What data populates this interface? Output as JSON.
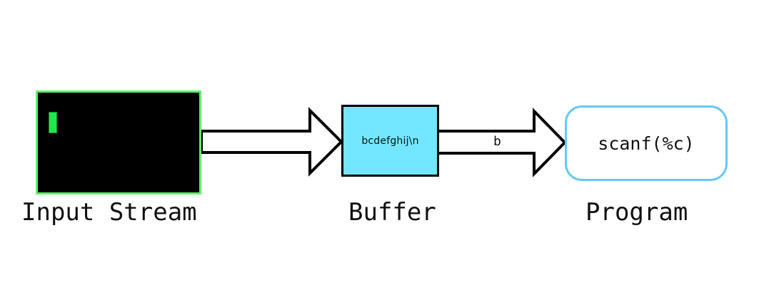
{
  "diagram": {
    "nodes": {
      "input": {
        "label": "Input Stream"
      },
      "buffer": {
        "label": "Buffer",
        "content": "bcdefghij\\n"
      },
      "program": {
        "label": "Program",
        "content": "scanf(%c)"
      }
    },
    "edges": [
      {
        "from": "input",
        "to": "buffer",
        "label": ""
      },
      {
        "from": "buffer",
        "to": "program",
        "label": "b"
      }
    ]
  },
  "colors": {
    "terminal_bg": "#000000",
    "terminal_border": "#5cf26c",
    "cursor": "#22e64e",
    "buffer_fill": "#73e7ff",
    "program_border": "#66c9f5"
  }
}
